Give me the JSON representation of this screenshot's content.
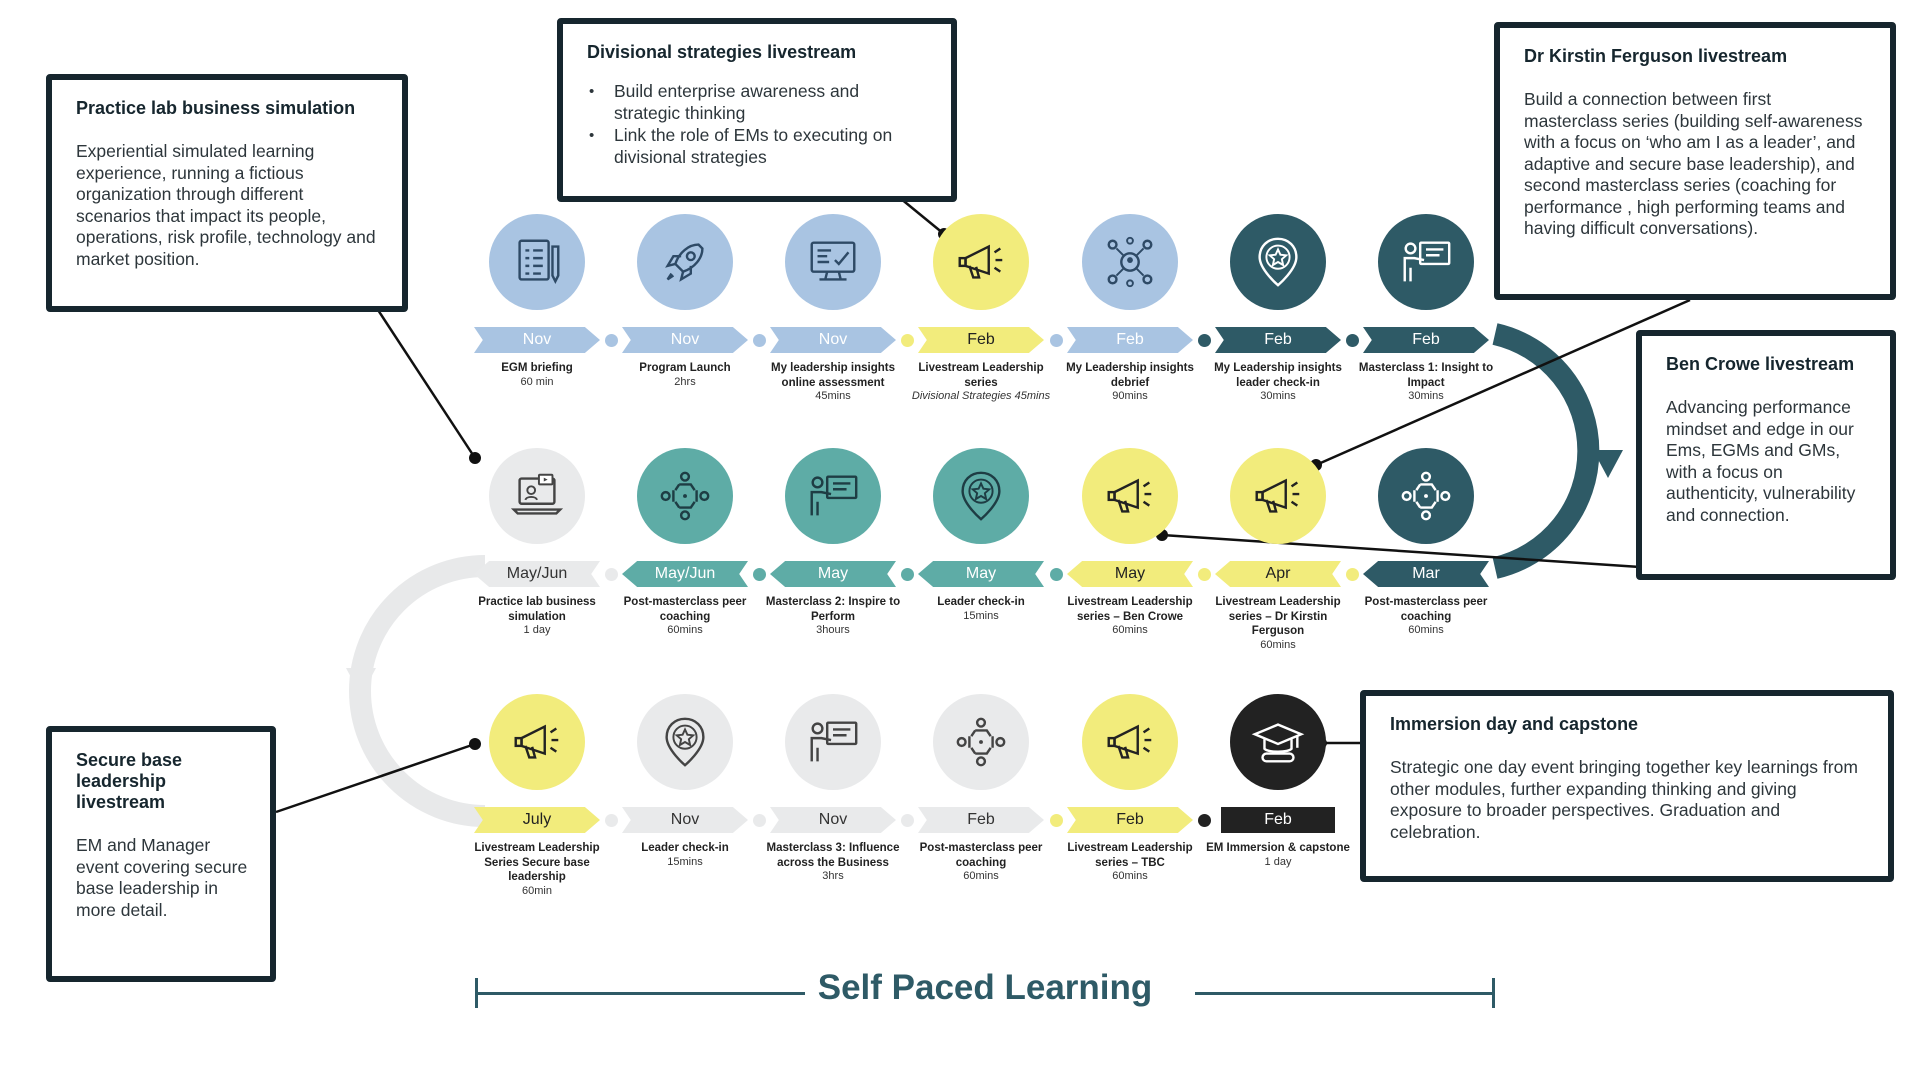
{
  "colors": {
    "light_blue": "#a9c4e2",
    "yellow": "#f2ec7c",
    "dark_teal": "#2e5a66",
    "mid_teal": "#5eaca6",
    "light_grey": "#e9eaeb",
    "black": "#222222",
    "border": "#16262e"
  },
  "callouts": {
    "practice_lab": {
      "title": "Practice lab business simulation",
      "body": "Experiential simulated learning experience, running a fictious organization through different scenarios that impact its people, operations, risk profile, technology and market position."
    },
    "divisional": {
      "title": "Divisional strategies livestream",
      "bullets": [
        "Build enterprise awareness and strategic thinking",
        "Link the role of EMs to executing on divisional strategies"
      ]
    },
    "kirstin": {
      "title": "Dr Kirstin Ferguson livestream",
      "body": "Build a connection between first masterclass series (building self-awareness with a focus on ‘who am I as a leader’, and adaptive and secure base leadership), and second masterclass series (coaching for performance , high performing teams and having difficult conversations)."
    },
    "ben_crowe": {
      "title": "Ben Crowe livestream",
      "body": "Advancing performance mindset and edge in our Ems, EGMs and GMs, with a focus on authenticity, vulnerability and connection."
    },
    "secure_base": {
      "title": "Secure base leadership livestream",
      "body": "EM and Manager event covering secure base leadership in more detail."
    },
    "immersion": {
      "title": "Immersion day and capstone",
      "body": "Strategic one day event bringing together key learnings from other modules, further expanding thinking and giving exposure to broader perspectives. Graduation and celebration."
    }
  },
  "rows": [
    {
      "items": [
        {
          "month": "Nov",
          "label": "EGM briefing",
          "detail": "60 min",
          "icon": "document-checklist-icon",
          "theme": "light_blue"
        },
        {
          "month": "Nov",
          "label": "Program Launch",
          "detail": "2hrs",
          "icon": "rocket-icon",
          "theme": "light_blue"
        },
        {
          "month": "Nov",
          "label": "My leadership insights online assessment",
          "detail": "45mins",
          "icon": "monitor-assessment-icon",
          "theme": "light_blue"
        },
        {
          "month": "Feb",
          "label": "Livestream Leadership series",
          "detail": "Divisional Strategies 45mins",
          "detail_italic": true,
          "icon": "megaphone-icon",
          "theme": "yellow"
        },
        {
          "month": "Feb",
          "label": "My Leadership insights debrief",
          "detail": "90mins",
          "icon": "team-network-icon",
          "theme": "light_blue"
        },
        {
          "month": "Feb",
          "label": "My Leadership insights leader check-in",
          "detail": "30mins",
          "icon": "star-badge-icon",
          "theme": "dark_teal"
        },
        {
          "month": "Feb",
          "label": "Masterclass 1: Insight to Impact",
          "detail": "30mins",
          "icon": "presenter-board-icon",
          "theme": "dark_teal"
        }
      ]
    },
    {
      "items": [
        {
          "month": "May/Jun",
          "label": "Practice lab business simulation",
          "detail": "1 day",
          "icon": "laptop-video-icon",
          "theme": "light_grey"
        },
        {
          "month": "May/Jun",
          "label": "Post-masterclass peer coaching",
          "detail": "60mins",
          "icon": "peer-group-icon",
          "theme": "mid_teal"
        },
        {
          "month": "May",
          "label": "Masterclass 2: Inspire to Perform",
          "detail": "3hours",
          "icon": "presenter-board-icon",
          "theme": "mid_teal"
        },
        {
          "month": "May",
          "label": "Leader check-in",
          "detail": "15mins",
          "icon": "star-badge-icon",
          "theme": "mid_teal"
        },
        {
          "month": "May",
          "label": "Livestream Leadership series – Ben Crowe",
          "detail": "60mins",
          "icon": "megaphone-icon",
          "theme": "yellow"
        },
        {
          "month": "Apr",
          "label": "Livestream Leadership series – Dr Kirstin Ferguson",
          "detail": "60mins",
          "icon": "megaphone-icon",
          "theme": "yellow"
        },
        {
          "month": "Mar",
          "label": "Post-masterclass peer coaching",
          "detail": "60mins",
          "icon": "peer-group-icon",
          "theme": "dark_teal"
        }
      ]
    },
    {
      "items": [
        {
          "month": "July",
          "label": "Livestream Leadership Series Secure base leadership",
          "detail": "60min",
          "icon": "megaphone-icon",
          "theme": "yellow"
        },
        {
          "month": "Nov",
          "label": "Leader check-in",
          "detail": "15mins",
          "icon": "star-badge-icon",
          "theme": "light_grey"
        },
        {
          "month": "Nov",
          "label": "Masterclass 3: Influence across the Business",
          "detail": "3hrs",
          "icon": "presenter-board-icon",
          "theme": "light_grey"
        },
        {
          "month": "Feb",
          "label": "Post-masterclass peer coaching",
          "detail": "60mins",
          "icon": "peer-group-icon",
          "theme": "light_grey"
        },
        {
          "month": "Feb",
          "label": "Livestream Leadership series – TBC",
          "detail": "60mins",
          "icon": "megaphone-icon",
          "theme": "yellow"
        },
        {
          "month": "Feb",
          "label": "EM Immersion & capstone",
          "detail": "1 day",
          "icon": "graduation-cap-icon",
          "theme": "black"
        }
      ]
    }
  ],
  "self_paced_learning": "Self Paced Learning"
}
